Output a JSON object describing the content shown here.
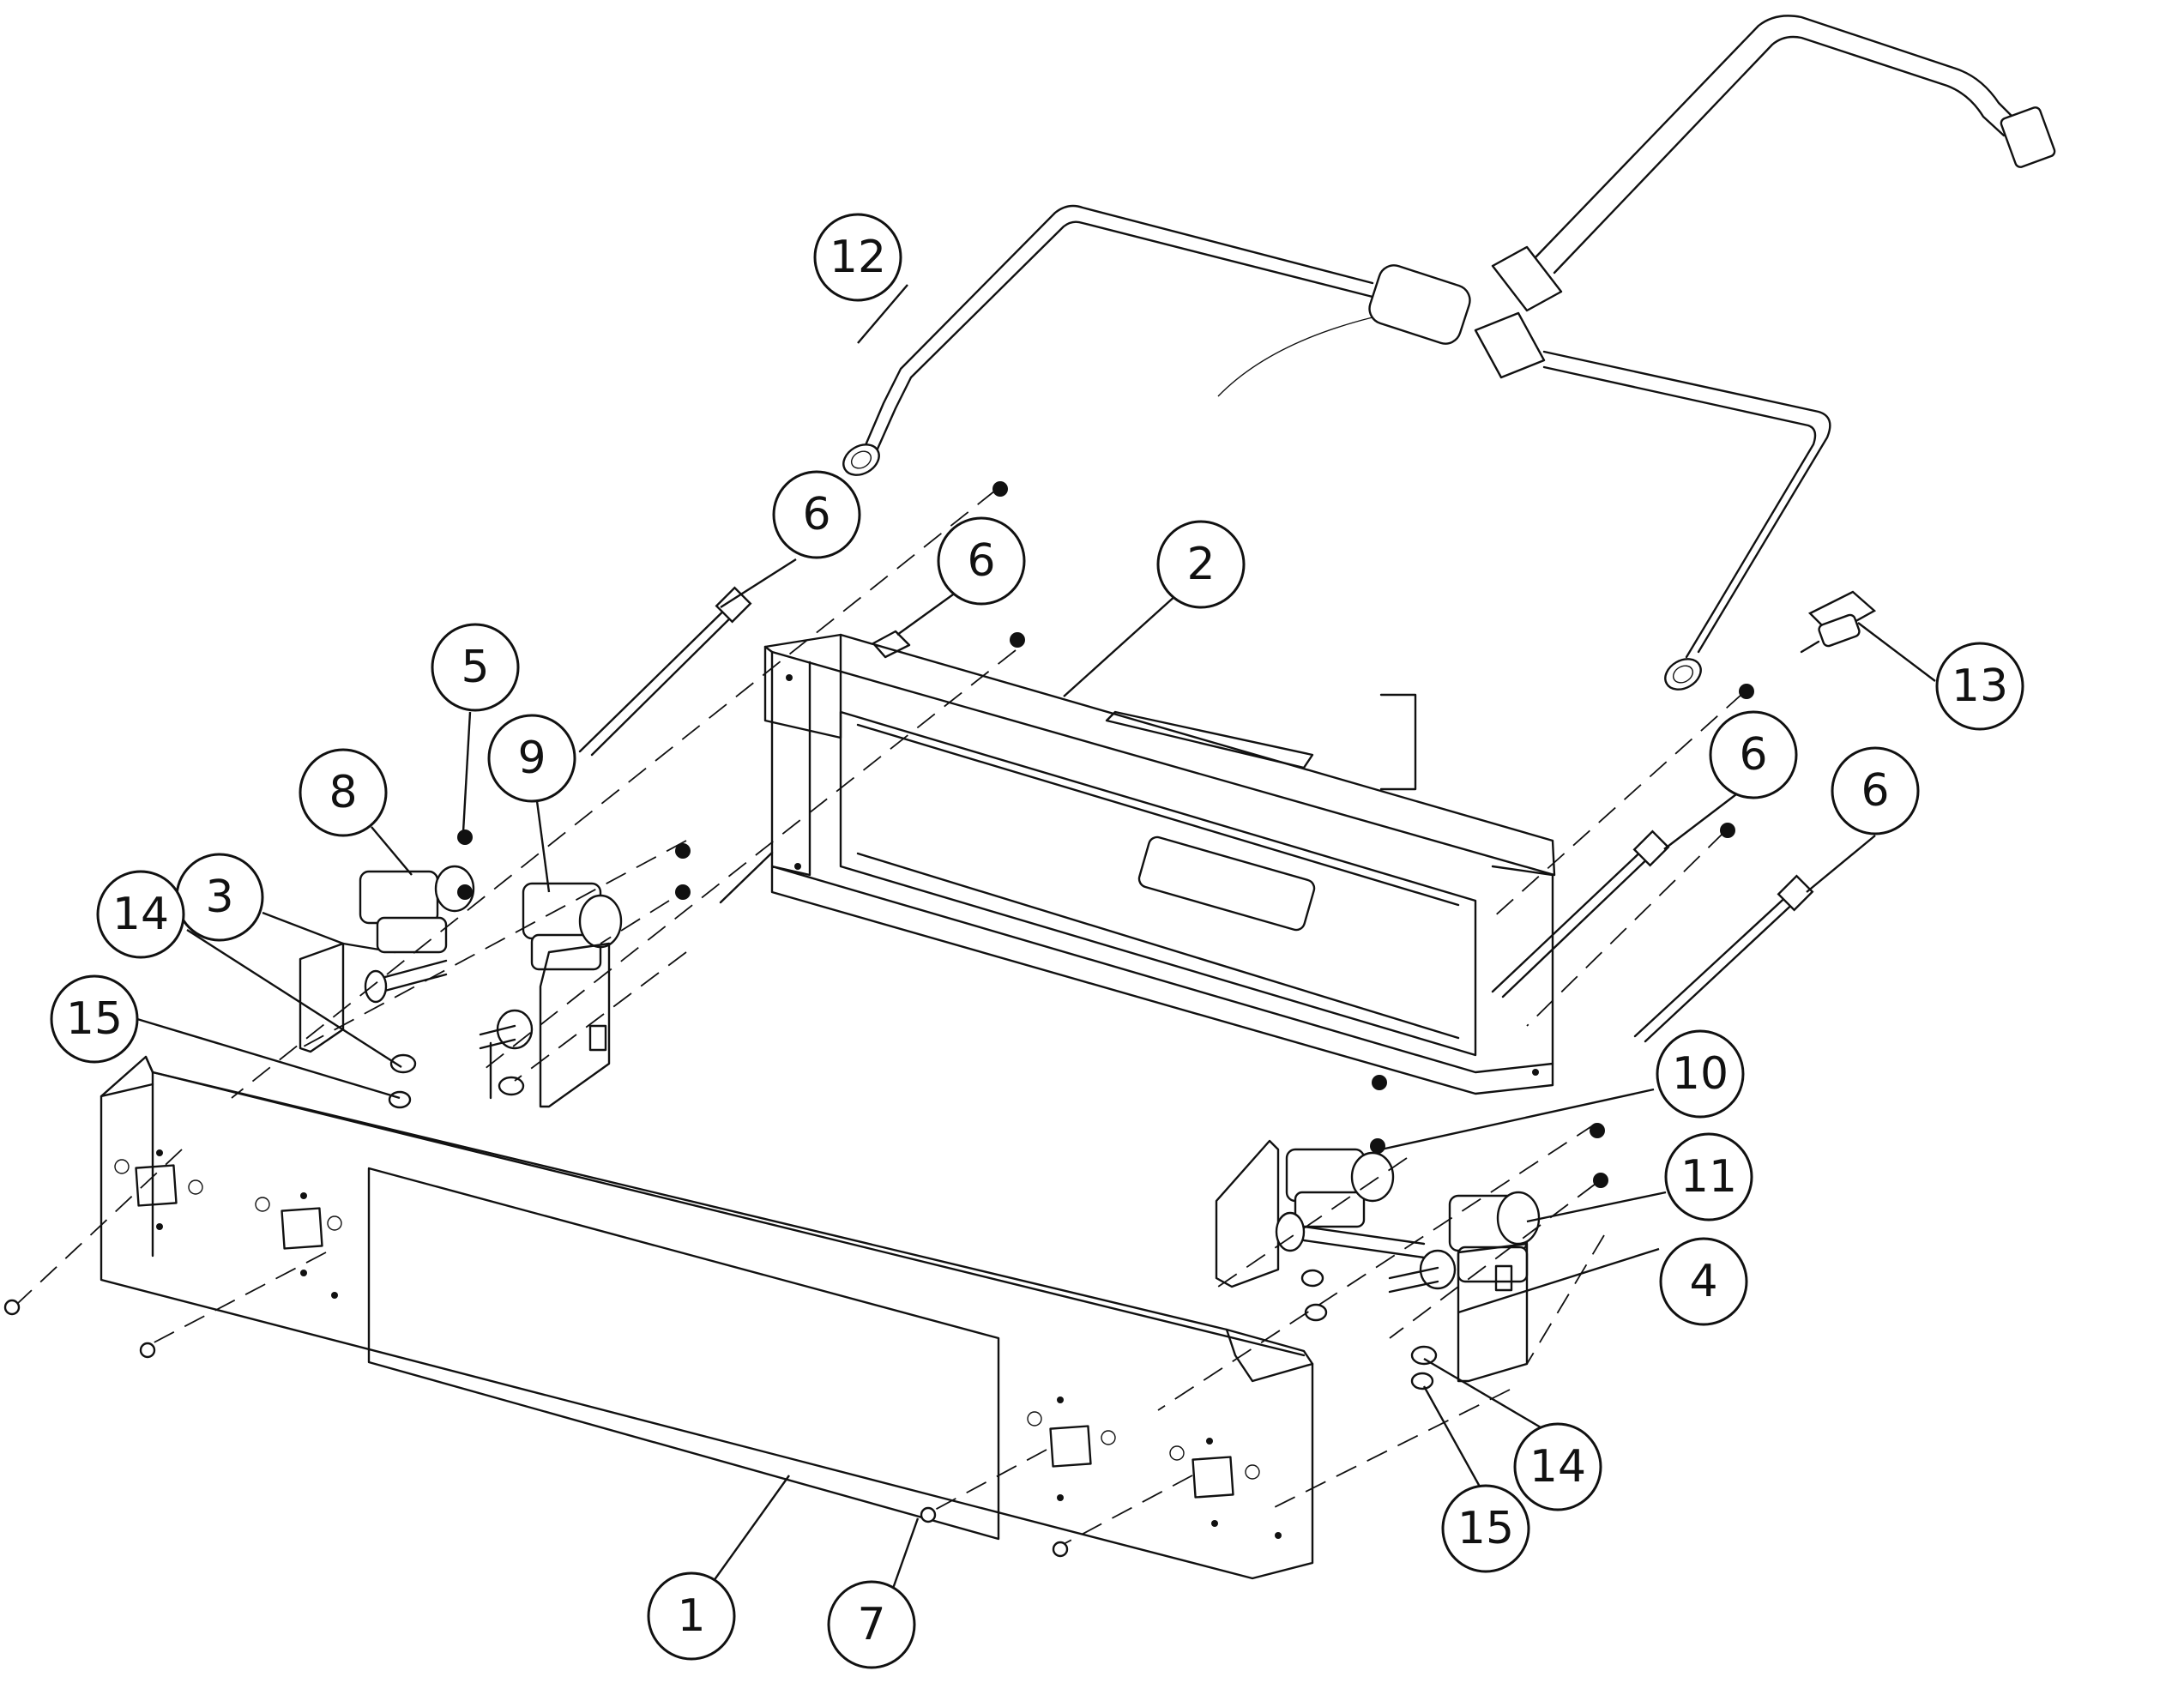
{
  "callouts": [
    {
      "id": "part-1",
      "label": "1"
    },
    {
      "id": "part-2",
      "label": "2"
    },
    {
      "id": "part-3",
      "label": "3"
    },
    {
      "id": "part-4",
      "label": "4"
    },
    {
      "id": "part-5",
      "label": "5"
    },
    {
      "id": "part-6a",
      "label": "6"
    },
    {
      "id": "part-6b",
      "label": "6"
    },
    {
      "id": "part-6c",
      "label": "6"
    },
    {
      "id": "part-6d",
      "label": "6"
    },
    {
      "id": "part-7",
      "label": "7"
    },
    {
      "id": "part-8",
      "label": "8"
    },
    {
      "id": "part-9",
      "label": "9"
    },
    {
      "id": "part-10",
      "label": "10"
    },
    {
      "id": "part-11",
      "label": "11"
    },
    {
      "id": "part-12",
      "label": "12"
    },
    {
      "id": "part-13",
      "label": "13"
    },
    {
      "id": "part-14a",
      "label": "14"
    },
    {
      "id": "part-14b",
      "label": "14"
    },
    {
      "id": "part-15a",
      "label": "15"
    },
    {
      "id": "part-15b",
      "label": "15"
    }
  ]
}
